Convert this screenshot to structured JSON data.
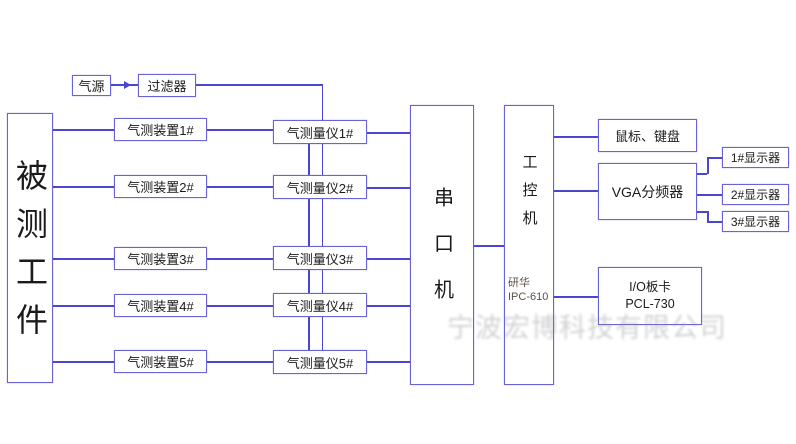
{
  "diagram": {
    "workpiece_label": "被测工件",
    "air_source_label": "气源",
    "filter_label": "过滤器",
    "devices": [
      "气测装置1#",
      "气测装置2#",
      "气测装置3#",
      "气测装置4#",
      "气测装置5#"
    ],
    "instruments": [
      "气测量仪1#",
      "气测量仪2#",
      "气测量仪3#",
      "气测量仪4#",
      "气测量仪5#"
    ],
    "serial_label": "串口机",
    "ipc_label": "工控机",
    "ipc_brand": "研华",
    "ipc_model": "IPC-610",
    "mouse_keyboard_label": "鼠标、键盘",
    "vga_splitter_label": "VGA分频器",
    "displays": [
      "1#显示器",
      "2#显示器",
      "3#显示器"
    ],
    "io_card_line1": "I/O板卡",
    "io_card_line2": "PCL-730",
    "watermark_text": "宁波宏博科技有限公司",
    "colors": {
      "box_border": "#6a63d8",
      "connector_line": "#4a46cf",
      "text": "#1a1a1a"
    }
  }
}
